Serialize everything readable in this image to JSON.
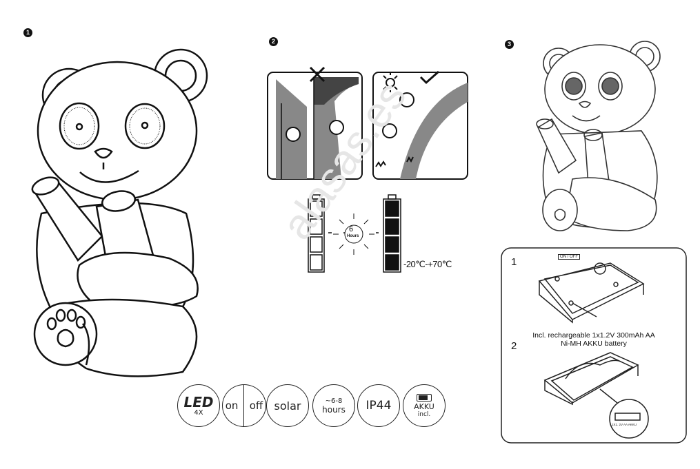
{
  "steps": {
    "one": "1",
    "two": "2",
    "three": "3"
  },
  "placement": {
    "bad_mark": "✕",
    "good_mark": "✓"
  },
  "charging": {
    "duration_value": "6",
    "duration_unit": "Hours",
    "temperature_range": "-20℃-+70℃"
  },
  "battery_box": {
    "step1_number": "1",
    "switch_label": "ON / OFF",
    "battery_note_line1": "Incl. rechargeable 1x1.2V 300mAh AA",
    "battery_note_line2": "Ni-MH AKKU battery",
    "step2_number": "2",
    "battery_label": "1X1. 2V AA AKKU"
  },
  "features": {
    "led_label": "LED",
    "led_count": "4X",
    "on_label": "on",
    "off_label": "off",
    "solar_label": "solar",
    "hours_line1": "~6-8",
    "hours_line2": "hours",
    "ip_rating": "IP44",
    "akku_line1": "AKKU",
    "akku_line2": "incl."
  },
  "watermark": "alasas.es"
}
